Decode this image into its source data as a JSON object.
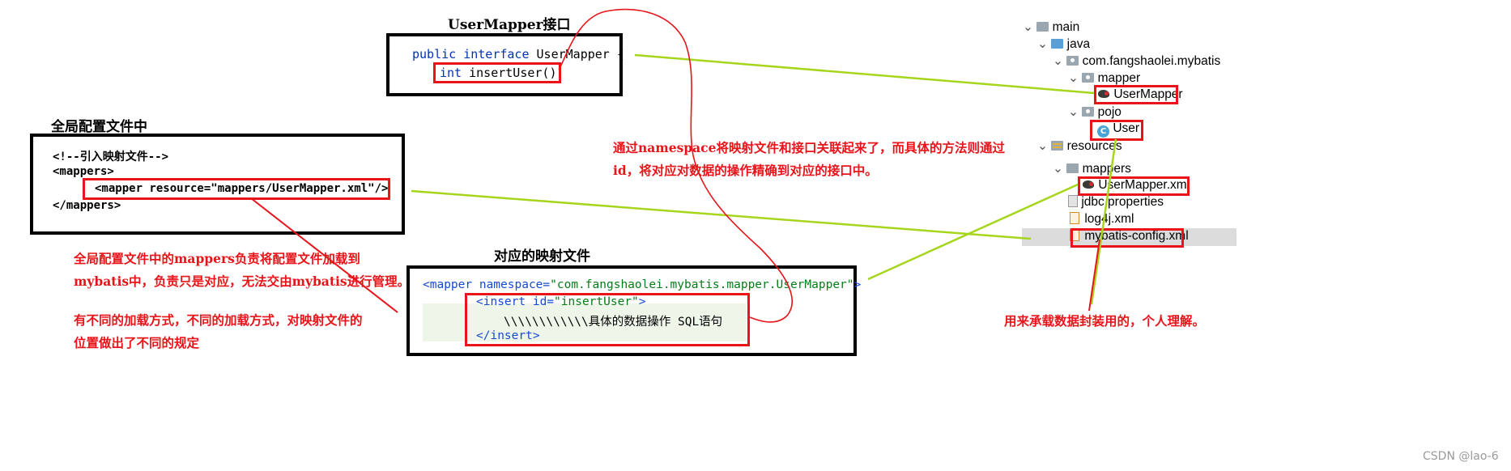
{
  "headings": {
    "usermapper": "UserMapper接口",
    "global_config": "全局配置文件中",
    "mapping_file": "对应的映射文件"
  },
  "interface_code": {
    "line1": {
      "kw": "public interface",
      "rest": " UserMapper {"
    },
    "line2": {
      "kw": "int",
      "rest": " insertUser();"
    }
  },
  "config_code": {
    "comment": "<!--引入映射文件-->",
    "open": "<mappers>",
    "mapper": "<mapper resource=\"mappers/UserMapper.xml\"/>",
    "close": "</mappers>"
  },
  "mapper_code": {
    "l1_tag": "<mapper",
    "l1_attr": " namespace=",
    "l1_val": "\"com.fangshaolei.mybatis.mapper.UserMapper\"",
    "l1_end": ">",
    "l2_tag": "<insert",
    "l2_attr": " id=",
    "l2_val": "\"insertUser\"",
    "l2_end": ">",
    "l3": "\\\\\\\\\\\\\\\\\\\\\\\\具体的数据操作 SQL语句",
    "l4": "</insert>"
  },
  "notes": {
    "namespace_line1": "通过namespace将映射文件和接口关联起来了，而具体的方法则通过",
    "namespace_line2": "id，将对应对数据的操作精确到对应的接口中。",
    "mappers_line1": "全局配置文件中的mappers负责将配置文件加载到",
    "mappers_line2": "mybatis中，负责只是对应，无法交由mybatis进行管理。",
    "mappers_line3": "有不同的加载方式，不同的加载方式，对映射文件的",
    "mappers_line4": "位置做出了不同的规定",
    "pojo_note": "用来承载数据封装用的，个人理解。"
  },
  "tree": {
    "main": "main",
    "java": "java",
    "package": "com.fangshaolei.mybatis",
    "mapper": "mapper",
    "usermapper": "UserMapper",
    "pojo": "pojo",
    "user": "User",
    "resources": "resources",
    "mappers": "mappers",
    "usermapper_xml": "UserMapper.xml",
    "jdbc": "jdbc.properties",
    "log4j": "log4j.xml",
    "mybatis_config": "mybatis-config.xml"
  },
  "watermark": "CSDN @lao-6",
  "colors": {
    "red": "#e8141a",
    "green": "#a6d61c",
    "keyword": "#0033b3",
    "string": "#067d17"
  }
}
